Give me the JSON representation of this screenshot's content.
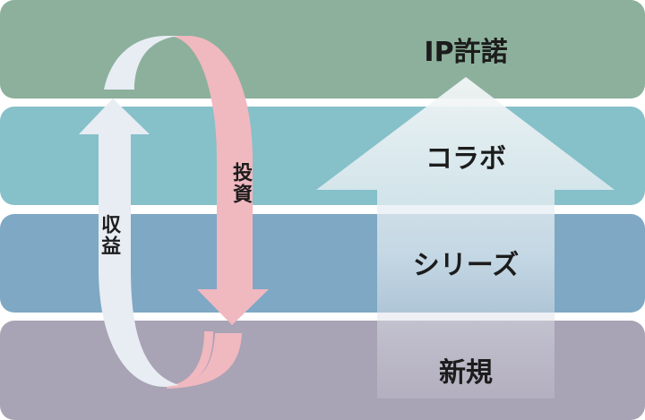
{
  "levels": {
    "ip": "IP許諾",
    "collab": "コラボ",
    "series": "シリーズ",
    "new": "新規"
  },
  "cycle": {
    "investment": "投資",
    "revenue": "収益"
  },
  "colors": {
    "band_ip": "#8cb09c",
    "band_collab": "#86c0c9",
    "band_series": "#7ea8c4",
    "band_new": "#a8a3b5",
    "invest_arrow": "#f0b8bf",
    "revenue_arrow": "#e8ecf3",
    "up_arrow": "#eef3f5"
  }
}
